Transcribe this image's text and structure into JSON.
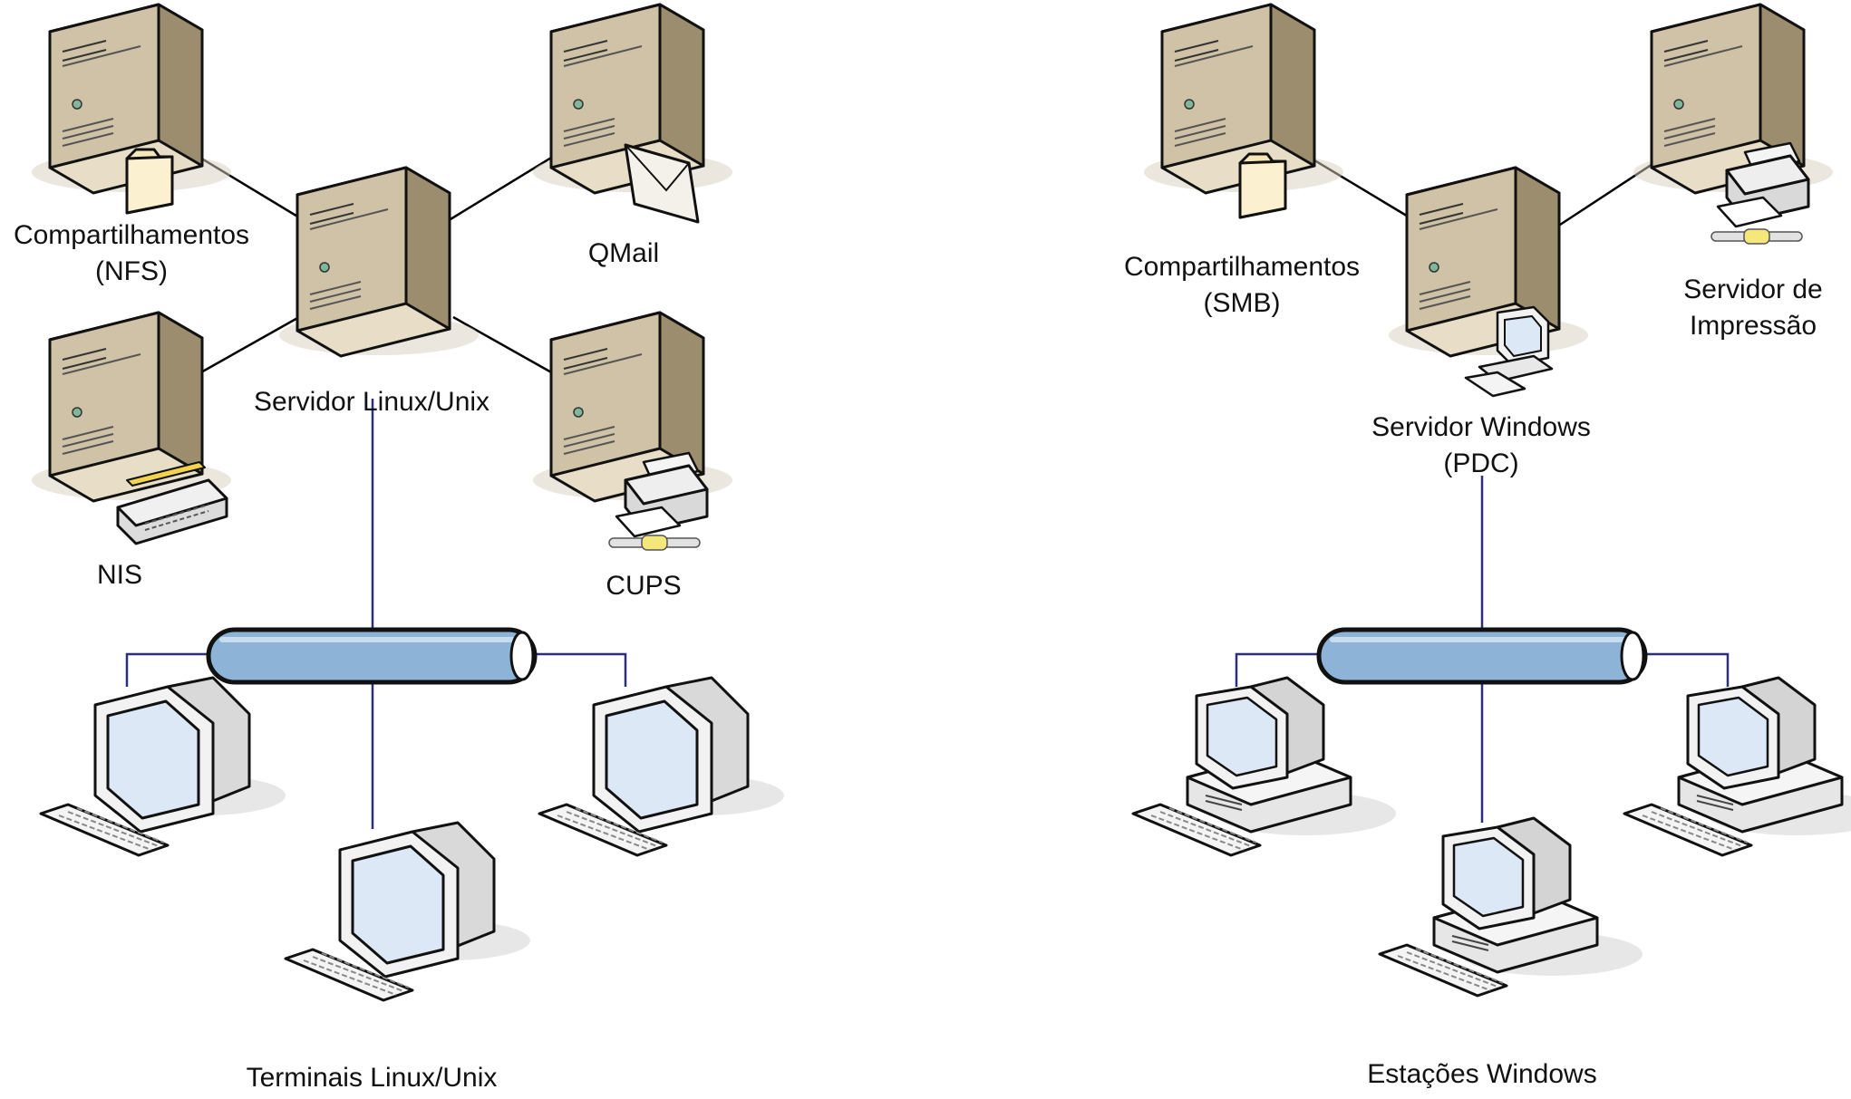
{
  "colors": {
    "server_front": "#cfc2a6",
    "server_side": "#9c8d6e",
    "server_top": "#e8dec8",
    "bus_fill": "#8db3d6",
    "link_dark": "#000000",
    "link_network": "#2e2f7a",
    "monitor_screen": "#dce8f6"
  },
  "linux": {
    "servers": {
      "nfs": {
        "label_line1": "Compartilhamentos",
        "label_line2": "(NFS)",
        "icon": "folder-icon"
      },
      "qmail": {
        "label": "QMail",
        "icon": "mail-envelope-icon"
      },
      "main": {
        "label": "Servidor Linux/Unix"
      },
      "nis": {
        "label": "NIS",
        "icon": "directory-device-icon"
      },
      "cups": {
        "label": "CUPS",
        "icon": "printer-icon"
      }
    },
    "terminals_label": "Terminais Linux/Unix"
  },
  "windows": {
    "servers": {
      "smb": {
        "label_line1": "Compartilhamentos",
        "label_line2": "(SMB)",
        "icon": "folder-icon"
      },
      "main": {
        "label_line1": "Servidor Windows",
        "label_line2": "(PDC)",
        "icon": "computer-icon"
      },
      "print": {
        "label_line1": "Servidor de",
        "label_line2": "Impressão",
        "icon": "printer-icon"
      }
    },
    "workstations_label": "Estações Windows"
  }
}
